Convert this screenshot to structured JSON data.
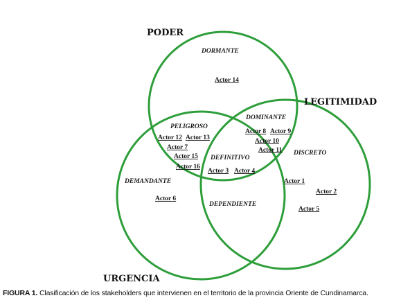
{
  "colors": {
    "circle_stroke": "#2e9e3a",
    "text": "#1a1a1a"
  },
  "sets": [
    {
      "id": "poder",
      "label": "PODER"
    },
    {
      "id": "legitimidad",
      "label": "LEGITIMIDAD"
    },
    {
      "id": "urgencia",
      "label": "URGENCIA"
    }
  ],
  "regions": {
    "dormante": {
      "label": "DORMANTE",
      "actors": [
        "Actor 14"
      ]
    },
    "dominante": {
      "label": "DOMINANTE",
      "actors": [
        "Actor 8",
        "Actor 9",
        "Actor 10",
        "Actor 11"
      ]
    },
    "peligroso": {
      "label": "PELIGROSO",
      "actors": [
        "Actor 12",
        "Actor 13",
        "Actor 7",
        "Actor 15",
        "Actor 16"
      ]
    },
    "definitivo": {
      "label": "DEFINITIVO",
      "actors": [
        "Actor 3",
        "Actor 4"
      ]
    },
    "discreto": {
      "label": "DISCRETO",
      "actors": [
        "Actor 1",
        "Actor 2",
        "Actor 5"
      ]
    },
    "demandante": {
      "label": "DEMANDANTE",
      "actors": [
        "Actor 6"
      ]
    },
    "dependiente": {
      "label": "DEPENDIENTE",
      "actors": []
    }
  },
  "caption": {
    "prefix": "FIGURA 1.",
    "text": " Clasificación de los stakeholders que intervienen en el territorio de la provincia Oriente de Cundinamarca."
  }
}
